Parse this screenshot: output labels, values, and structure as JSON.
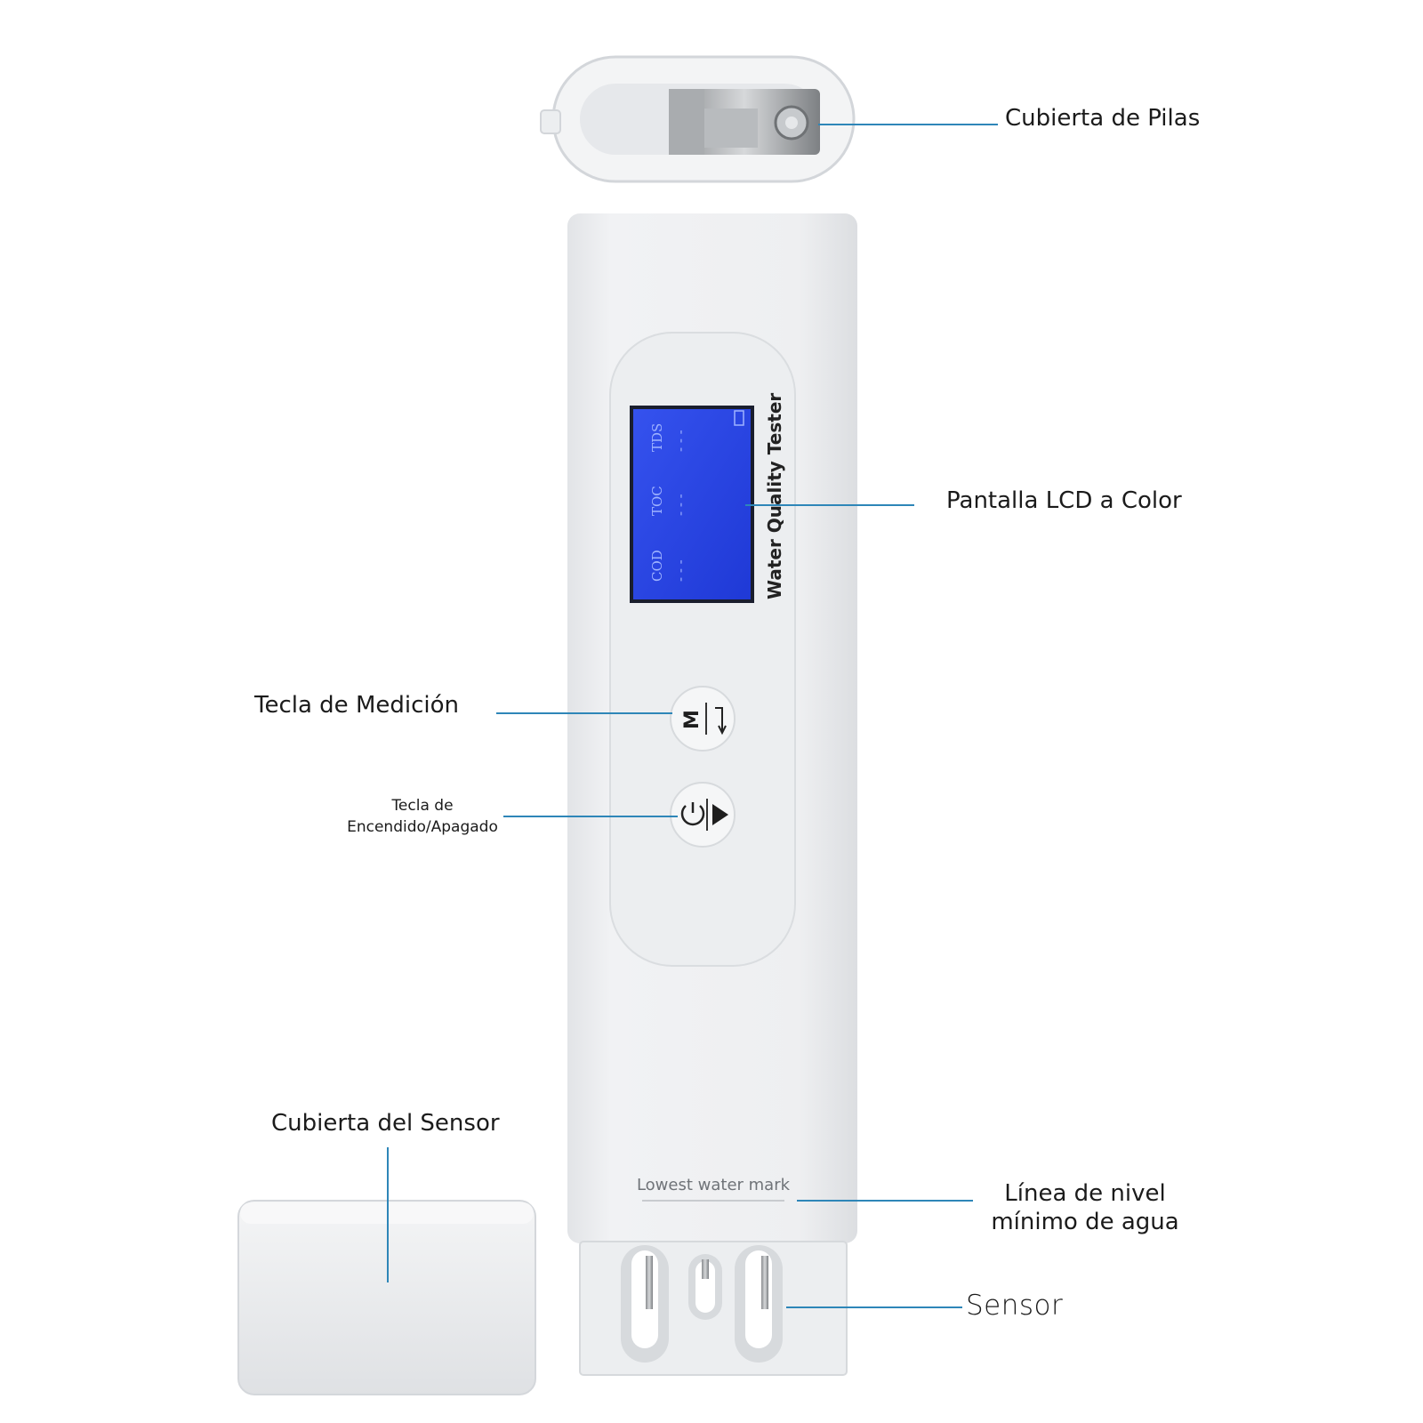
{
  "labels": {
    "battery_cover": "Cubierta de Pilas",
    "lcd_screen": "Pantalla LCD a Color",
    "measure_key": "Tecla de Medición",
    "power_key_line1": "Tecla de",
    "power_key_line2": "Encendido/Apagado",
    "sensor_cover": "Cubierta del Sensor",
    "water_line_line1": "Línea de nivel",
    "water_line_line2": "mínimo de agua",
    "sensor": "Sensor"
  },
  "device": {
    "brand_text": "Water Quality Tester",
    "water_mark_text": "Lowest water mark",
    "lcd": {
      "params": [
        "COD",
        "TOC",
        "TDS"
      ],
      "reading": "- - -"
    },
    "measure_button_glyph": "M",
    "colors": {
      "body": "#eceef0",
      "lcd": "#2c48e6",
      "leader_line": "#2e86b8"
    }
  }
}
